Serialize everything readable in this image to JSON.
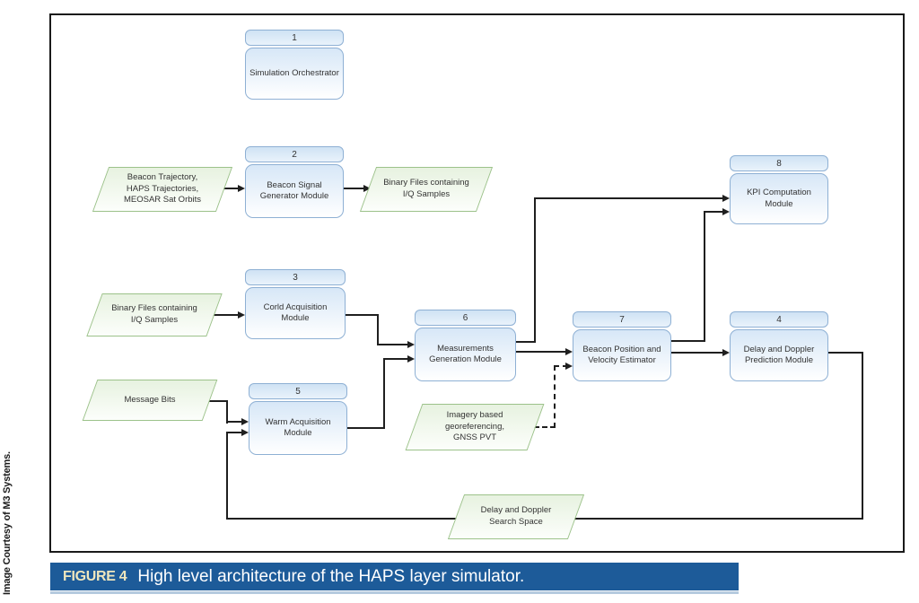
{
  "credit": "Image Courtesy of M3 Systems.",
  "figure_caption": {
    "label": "FIGURE 4",
    "text": "High level architecture of the HAPS layer simulator."
  },
  "colors": {
    "caption_bar": "#1d5b99",
    "caption_label_text": "#efe6bd",
    "caption_text": "#ffffff",
    "caption_underline": "#b5cade",
    "module_border": "#8eb0d4",
    "module_fill": "#d7e7f7",
    "data_border": "#9cc28a",
    "data_fill": "#e7f2e0",
    "connector": "#1f1f1f",
    "frame": "#1a1a1a"
  },
  "modules": [
    {
      "number": "1",
      "name": "Simulation Orchestrator"
    },
    {
      "number": "2",
      "name": "Beacon Signal\nGenerator Module"
    },
    {
      "number": "3",
      "name": "Corld Acquisition\nModule"
    },
    {
      "number": "5",
      "name": "Warm Acquisition\nModule"
    },
    {
      "number": "6",
      "name": "Measurements\nGeneration Module"
    },
    {
      "number": "7",
      "name": "Beacon Position and\nVelocity Estimator"
    },
    {
      "number": "4",
      "name": "Delay and Doppler\nPrediction Module"
    },
    {
      "number": "8",
      "name": "KPI Computation\nModule"
    }
  ],
  "data_items": [
    {
      "text": "Beacon Trajectory,\nHAPS Trajectories,\nMEOSAR Sat Orbits"
    },
    {
      "text": "Binary Files containing\nI/Q Samples"
    },
    {
      "text": "Binary Files containing\nI/Q Samples"
    },
    {
      "text": "Message Bits"
    },
    {
      "text": "Imagery based\ngeoreferencing,\nGNSS PVT"
    },
    {
      "text": "Delay and Doppler\nSearch Space"
    }
  ],
  "connections": [
    {
      "from": "Beacon Trajectory, HAPS Trajectories, MEOSAR Sat Orbits",
      "to": "Beacon Signal Generator Module",
      "style": "solid"
    },
    {
      "from": "Beacon Signal Generator Module",
      "to": "Binary Files containing I/Q Samples",
      "style": "solid"
    },
    {
      "from": "Binary Files containing I/Q Samples",
      "to": "Corld Acquisition Module",
      "style": "solid"
    },
    {
      "from": "Corld Acquisition Module",
      "to": "Measurements Generation Module",
      "style": "solid"
    },
    {
      "from": "Message Bits",
      "to": "Warm Acquisition Module",
      "style": "solid"
    },
    {
      "from": "Warm Acquisition Module",
      "to": "Measurements Generation Module",
      "style": "solid"
    },
    {
      "from": "Measurements Generation Module",
      "to": "KPI Computation Module",
      "style": "solid"
    },
    {
      "from": "Measurements Generation Module",
      "to": "Beacon Position and Velocity Estimator",
      "style": "solid"
    },
    {
      "from": "Beacon Position and Velocity Estimator",
      "to": "KPI Computation Module",
      "style": "solid"
    },
    {
      "from": "Beacon Position and Velocity Estimator",
      "to": "Delay and Doppler Prediction Module",
      "style": "solid"
    },
    {
      "from": "Delay and Doppler Prediction Module",
      "to": "Delay and Doppler Search Space",
      "style": "solid"
    },
    {
      "from": "Delay and Doppler Search Space",
      "to": "Warm Acquisition Module",
      "style": "solid"
    },
    {
      "from": "Imagery based georeferencing, GNSS PVT",
      "to": "Beacon Position and Velocity Estimator",
      "style": "dashed"
    }
  ]
}
